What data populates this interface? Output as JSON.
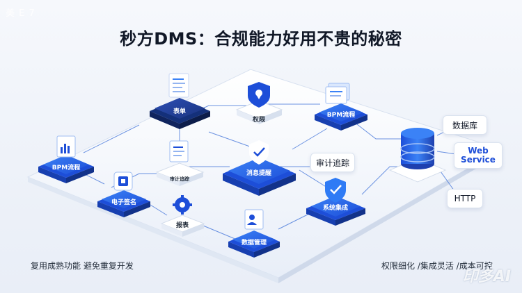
{
  "header": {
    "corner_text": "美 E 7",
    "title": "秒方DMS：合规能力好用不贵的秘密"
  },
  "nodes": {
    "form": "表单",
    "permission": "权限",
    "bpm_top": "BPM流程",
    "bpm_left": "BPM流程",
    "audit_log": "审计追踪",
    "message_alert": "消息提醒",
    "e_signature": "电子签名",
    "report": "报表",
    "system_integration": "系统集成",
    "data_management": "数据管理"
  },
  "callouts": {
    "audit_trail": "审计追踪",
    "database": "数据库",
    "web_service": "Web Service",
    "http": "HTTP"
  },
  "captions": {
    "left": "复用成熟功能 避免重复开发",
    "right": "权限细化 /集成灵活 /成本可控"
  },
  "watermark": "印多AI",
  "colors": {
    "primary": "#1e5fe0",
    "primary_dark": "#1a3f9e",
    "accent": "#2f7bf5"
  }
}
